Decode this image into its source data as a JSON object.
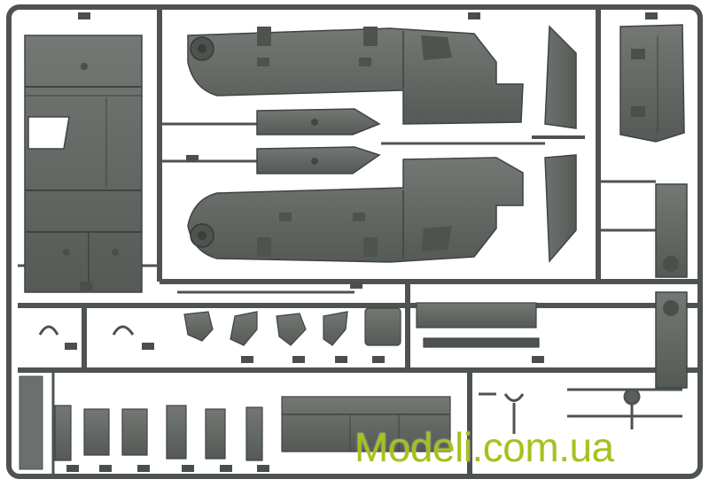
{
  "watermark": {
    "text": "Modeli.com.ua",
    "color": "#a6c11e"
  },
  "palette": {
    "plastic": "#5f6460",
    "plastic_dark": "#3f4440",
    "plastic_light": "#7a7f7a",
    "background": "#ffffff"
  },
  "icons": {
    "runner_frame": "sprue-frame",
    "parts": "model-kit-parts"
  }
}
